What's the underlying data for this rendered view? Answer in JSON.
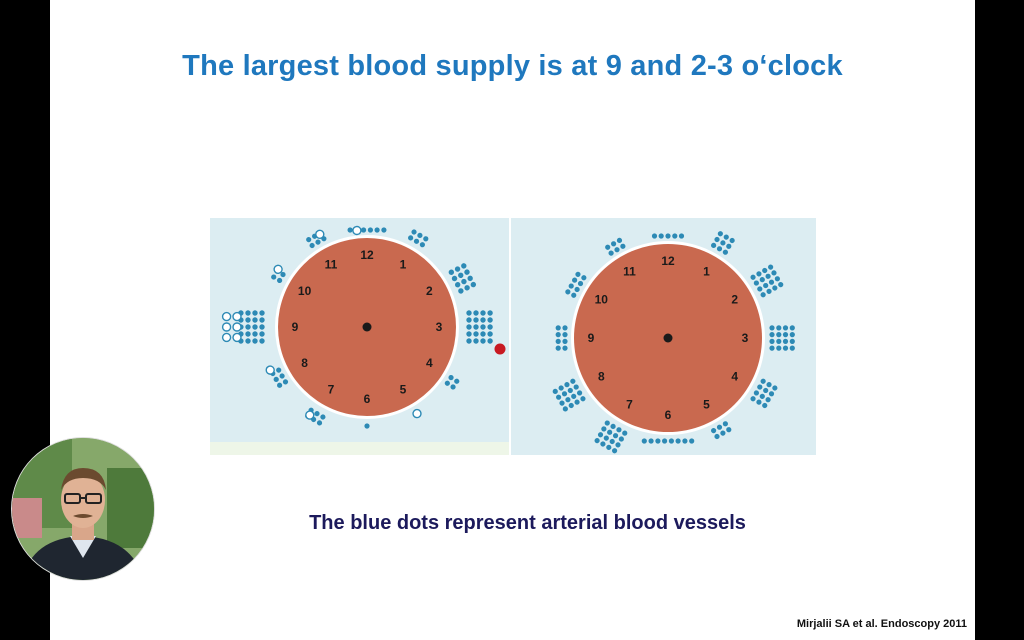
{
  "slide": {
    "title": "The largest blood supply is at 9 and 2-3 o‘clock",
    "caption": "The blue dots represent arterial blood vessels",
    "citation": "Mirjalii SA et al. Endoscopy 2011"
  },
  "diagram": {
    "clock_numbers": [
      "12",
      "1",
      "2",
      "3",
      "4",
      "5",
      "6",
      "7",
      "8",
      "9",
      "10",
      "11"
    ],
    "colors": {
      "panel_bg": "#dcedf2",
      "clock_face": "#c9694f",
      "clock_rim": "#ffffff",
      "vessel_dot": "#2d8ab5",
      "vessel_ring": "#2d8ab5",
      "highlight_dot": "#c81a22",
      "center_dot": "#1a1a1a",
      "numbers": "#1a1a1a"
    }
  },
  "webcam": {
    "icon": "presenter-webcam-icon"
  }
}
